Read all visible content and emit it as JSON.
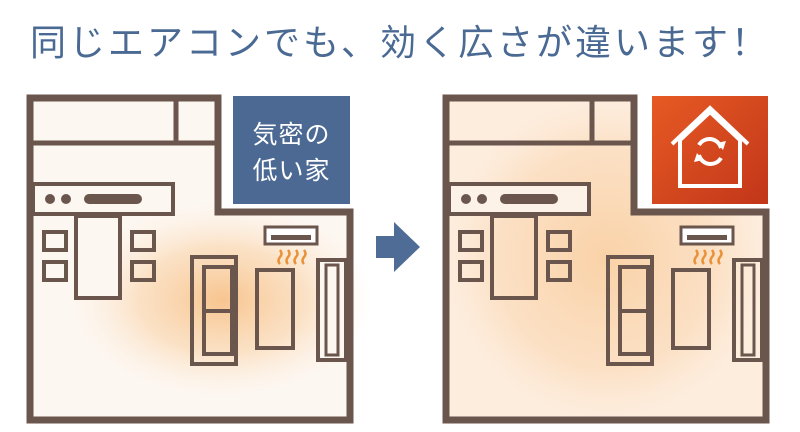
{
  "headline": "同じエアコンでも、効く広さが違います！",
  "left_panel": {
    "badge_line1": "気密の",
    "badge_line2": "低い家"
  },
  "right_panel": {
    "badge_icon": "house-with-refresh-arrows-icon"
  },
  "arrow_icon": "right-arrow-icon",
  "colors": {
    "title": "#4a6a94",
    "wall": "#6b564d",
    "floor": "#fdf6f0",
    "warm_glow": "#f6b877",
    "badge_blue": "#4c6994",
    "badge_orange": "#d3401a",
    "arrow": "#4f6c97",
    "heat_waves": "#e8933a"
  }
}
